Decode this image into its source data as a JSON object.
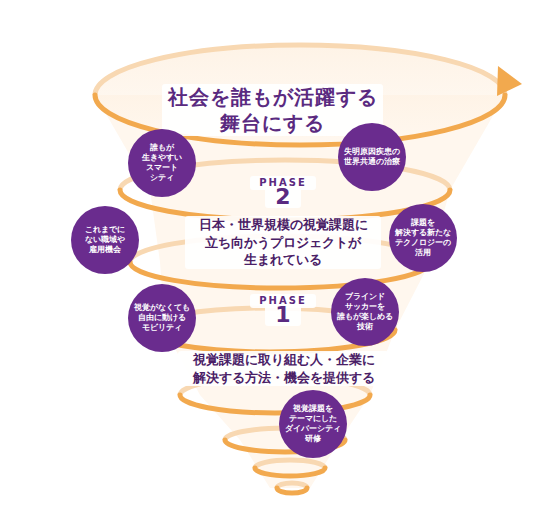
{
  "diagram": {
    "title": "社会を誰もが活躍する 舞台にする",
    "nodes": [
      {
        "text": [
          "誰もが 生きやすい スマート シティ"
        ]
      },
      {
        "text": [
          "失明原因疾患の 世界共通の治療"
        ]
      },
      {
        "text": [
          "これまでに ない職域や 雇用機会"
        ]
      },
      {
        "text": [
          "課題を 解決する新たな テクノロジーの 活用"
        ]
      },
      {
        "text": [
          "視覚がなくても 自由に動ける モビリティ"
        ]
      },
      {
        "text": [
          "ブラインド サッカーを 誰もが楽しめる 技術"
        ]
      },
      {
        "text": [
          "視覚課題を テーマにした ダイバーシティ 研修"
        ]
      }
    ],
    "edges": [],
    "labels": [
      "PHASE",
      "2",
      "日本・世界規模の視覚課題に 立ち向かうプロジェクトが 生まれている",
      "PHASE",
      "1",
      "視覚課題に取り組む人・企業に 解決する方法・機会を提供する"
    ]
  }
}
